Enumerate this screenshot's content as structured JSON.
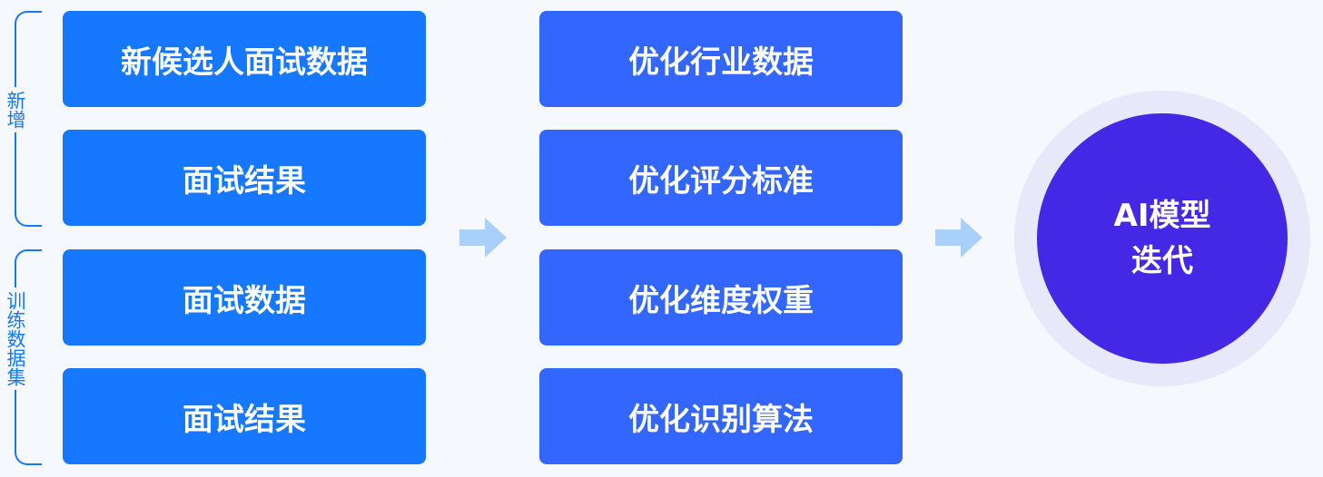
{
  "groups": {
    "top_label": "新增",
    "bottom_label": "训练数据集"
  },
  "left_column": [
    {
      "label": "新候选人面试数据"
    },
    {
      "label": "面试结果"
    },
    {
      "label": "面试数据"
    },
    {
      "label": "面试结果"
    }
  ],
  "middle_column": [
    {
      "label": "优化行业数据"
    },
    {
      "label": "优化评分标准"
    },
    {
      "label": "优化维度权重"
    },
    {
      "label": "优化识别算法"
    }
  ],
  "result": {
    "line1": "AI模型",
    "line2": "迭代"
  },
  "colors": {
    "left_box": "#1677ff",
    "middle_box": "#3366ff",
    "circle": "#4527e6",
    "circle_ring": "#e8e8fb",
    "arrow": "#a9d0fb",
    "background": "#f5f8fc"
  }
}
